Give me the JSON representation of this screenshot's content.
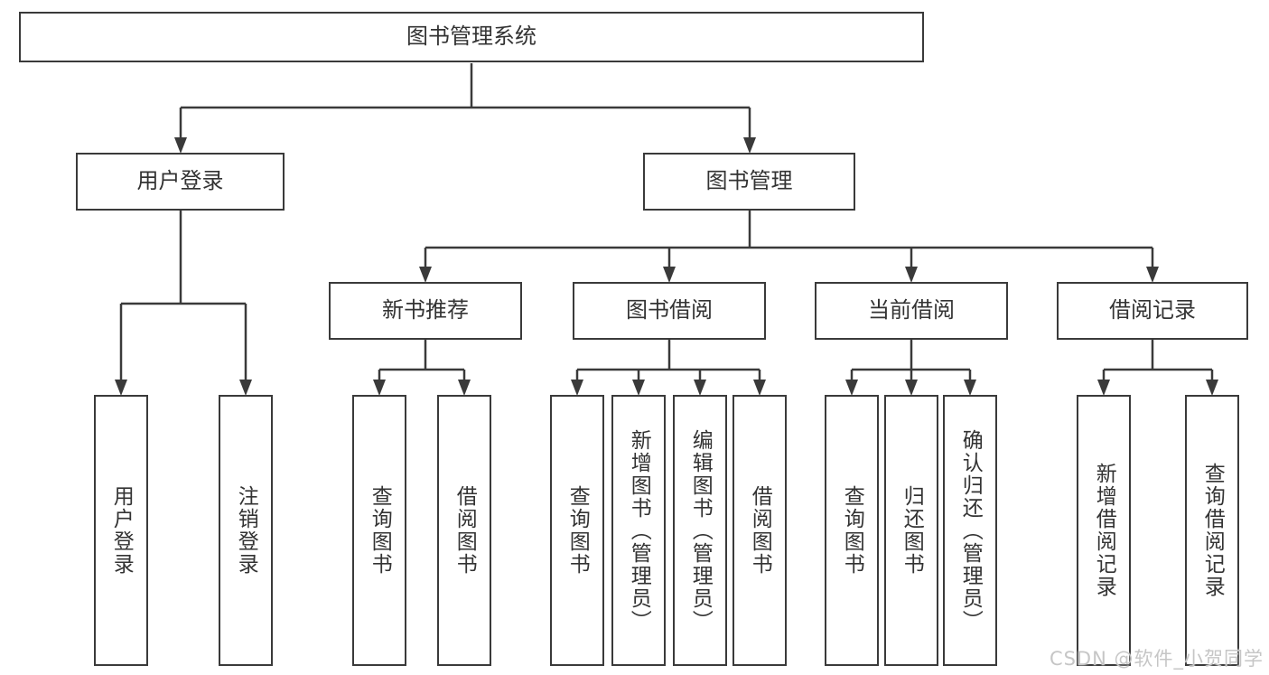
{
  "diagram": {
    "title": "图书管理系统",
    "type": "hierarchy-tree",
    "root": {
      "label": "图书管理系统"
    },
    "level2": [
      {
        "id": "user-login",
        "label": "用户登录"
      },
      {
        "id": "book-management",
        "label": "图书管理"
      }
    ],
    "level3": [
      {
        "id": "new-book-recommend",
        "label": "新书推荐",
        "parent": "book-management"
      },
      {
        "id": "book-borrow",
        "label": "图书借阅",
        "parent": "book-management"
      },
      {
        "id": "current-borrow",
        "label": "当前借阅",
        "parent": "book-management"
      },
      {
        "id": "borrow-records",
        "label": "借阅记录",
        "parent": "book-management"
      }
    ],
    "leaves": [
      {
        "label": "用户登录",
        "parent": "user-login"
      },
      {
        "label": "注销登录",
        "parent": "user-login"
      },
      {
        "label": "查询图书",
        "parent": "new-book-recommend"
      },
      {
        "label": "借阅图书",
        "parent": "new-book-recommend"
      },
      {
        "label": "查询图书",
        "parent": "book-borrow"
      },
      {
        "label": "新增图书（管理员）",
        "parent": "book-borrow"
      },
      {
        "label": "编辑图书（管理员）",
        "parent": "book-borrow"
      },
      {
        "label": "借阅图书",
        "parent": "book-borrow"
      },
      {
        "label": "查询图书",
        "parent": "current-borrow"
      },
      {
        "label": "归还图书",
        "parent": "current-borrow"
      },
      {
        "label": "确认归还（管理员）",
        "parent": "current-borrow"
      },
      {
        "label": "新增借阅记录",
        "parent": "borrow-records"
      },
      {
        "label": "查询借阅记录",
        "parent": "borrow-records"
      }
    ]
  },
  "watermark": {
    "text": "CSDN @软件_小贺同学"
  },
  "colors": {
    "line": "#3a3a3a",
    "text": "#333333",
    "box_background": "#ffffff",
    "watermark": "#c6c6c6",
    "background": "#ffffff"
  }
}
